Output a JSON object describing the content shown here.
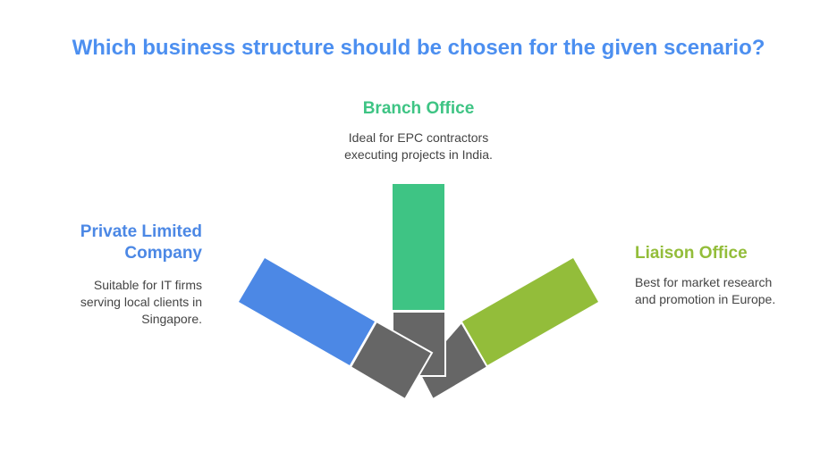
{
  "title": "Which business structure should be chosen for the given scenario?",
  "options": [
    {
      "heading": "Branch Office",
      "description_lines": [
        "Ideal for EPC contractors",
        "executing projects in India."
      ],
      "color": "#3ec484"
    },
    {
      "heading_lines": [
        "Private Limited",
        "Company"
      ],
      "description_lines": [
        "Suitable for IT firms",
        "serving local clients in",
        "Singapore."
      ],
      "color": "#4c88e5"
    },
    {
      "heading": "Liaison Office",
      "description_lines": [
        "Best for market research",
        "and promotion in Europe."
      ],
      "color": "#93bd3a"
    }
  ],
  "joint_color": "#666666"
}
